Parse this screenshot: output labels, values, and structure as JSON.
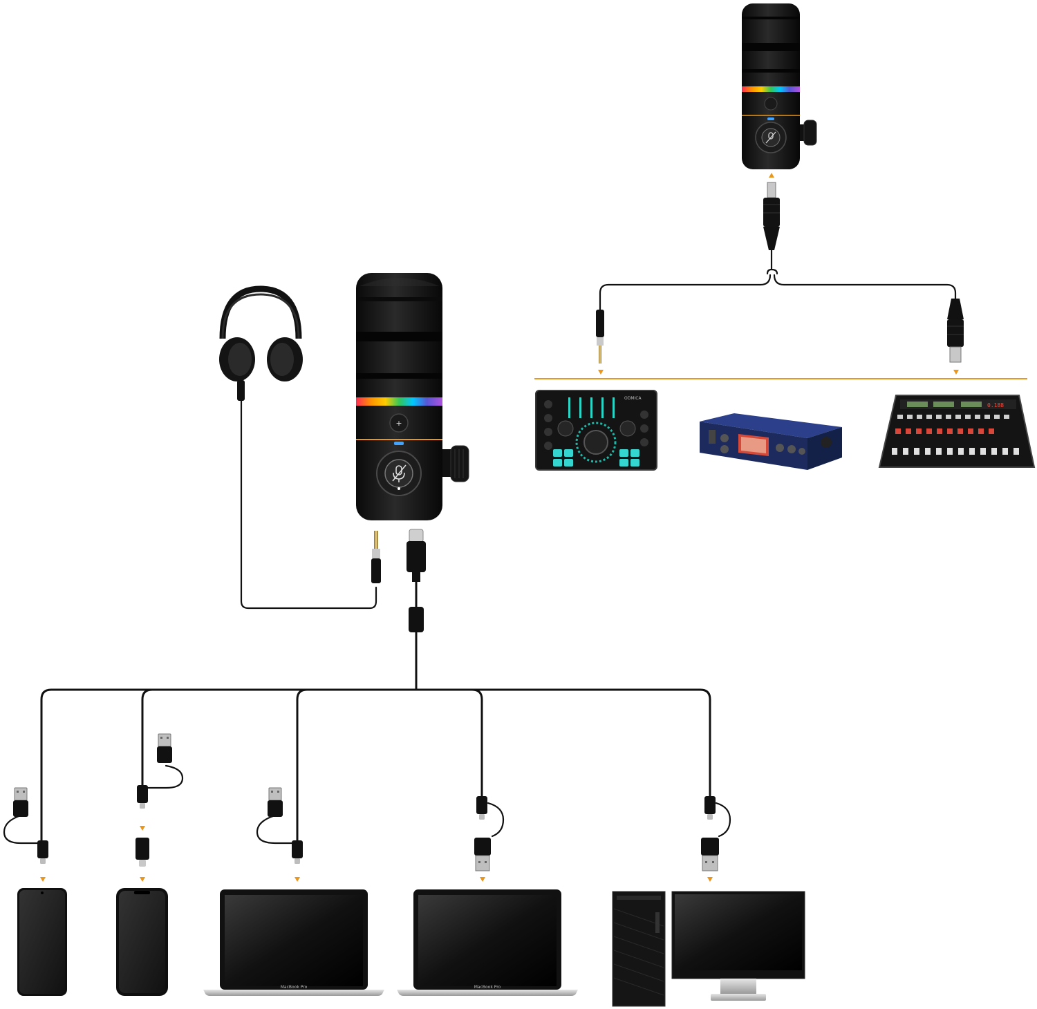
{
  "colors": {
    "background": "#ffffff",
    "cable": "#111111",
    "accent": "#e8961e",
    "device_dark": "#141414",
    "rgb_ring": [
      "#ff2d55",
      "#ff9500",
      "#ffcc00",
      "#34c759",
      "#00c7ff",
      "#5856d6",
      "#af52de"
    ]
  },
  "icons": {
    "mute": "mic-mute-icon",
    "headphones": "headphones-icon",
    "arrow": "down-arrow-icon"
  },
  "microphones": [
    {
      "name": "usb-xlr-microphone",
      "role": "main"
    },
    {
      "name": "usb-xlr-microphone",
      "role": "xlr-setup"
    }
  ],
  "connectors": {
    "main_mic": [
      "3.5mm-jack",
      "usb-c"
    ],
    "xlr_setup": [
      "xlr-female",
      "3.5mm-jack",
      "xlr-male"
    ],
    "usb_branches": [
      "usb-a-to-usb-c",
      "usb-a-to-lightning",
      "usb-a-to-usb-c",
      "usb-c-to-usb-a",
      "usb-c-to-usb-a"
    ]
  },
  "xlr_devices": [
    {
      "name": "audio-interface",
      "label": "ODMICA"
    },
    {
      "name": "field-recorder",
      "label": ""
    },
    {
      "name": "mixing-console",
      "label": "0.188"
    }
  ],
  "usb_devices": [
    {
      "name": "android-phone"
    },
    {
      "name": "iphone"
    },
    {
      "name": "laptop",
      "label": "MacBook Pro"
    },
    {
      "name": "laptop",
      "label": "MacBook Pro"
    },
    {
      "name": "desktop-pc-with-monitor"
    }
  ]
}
